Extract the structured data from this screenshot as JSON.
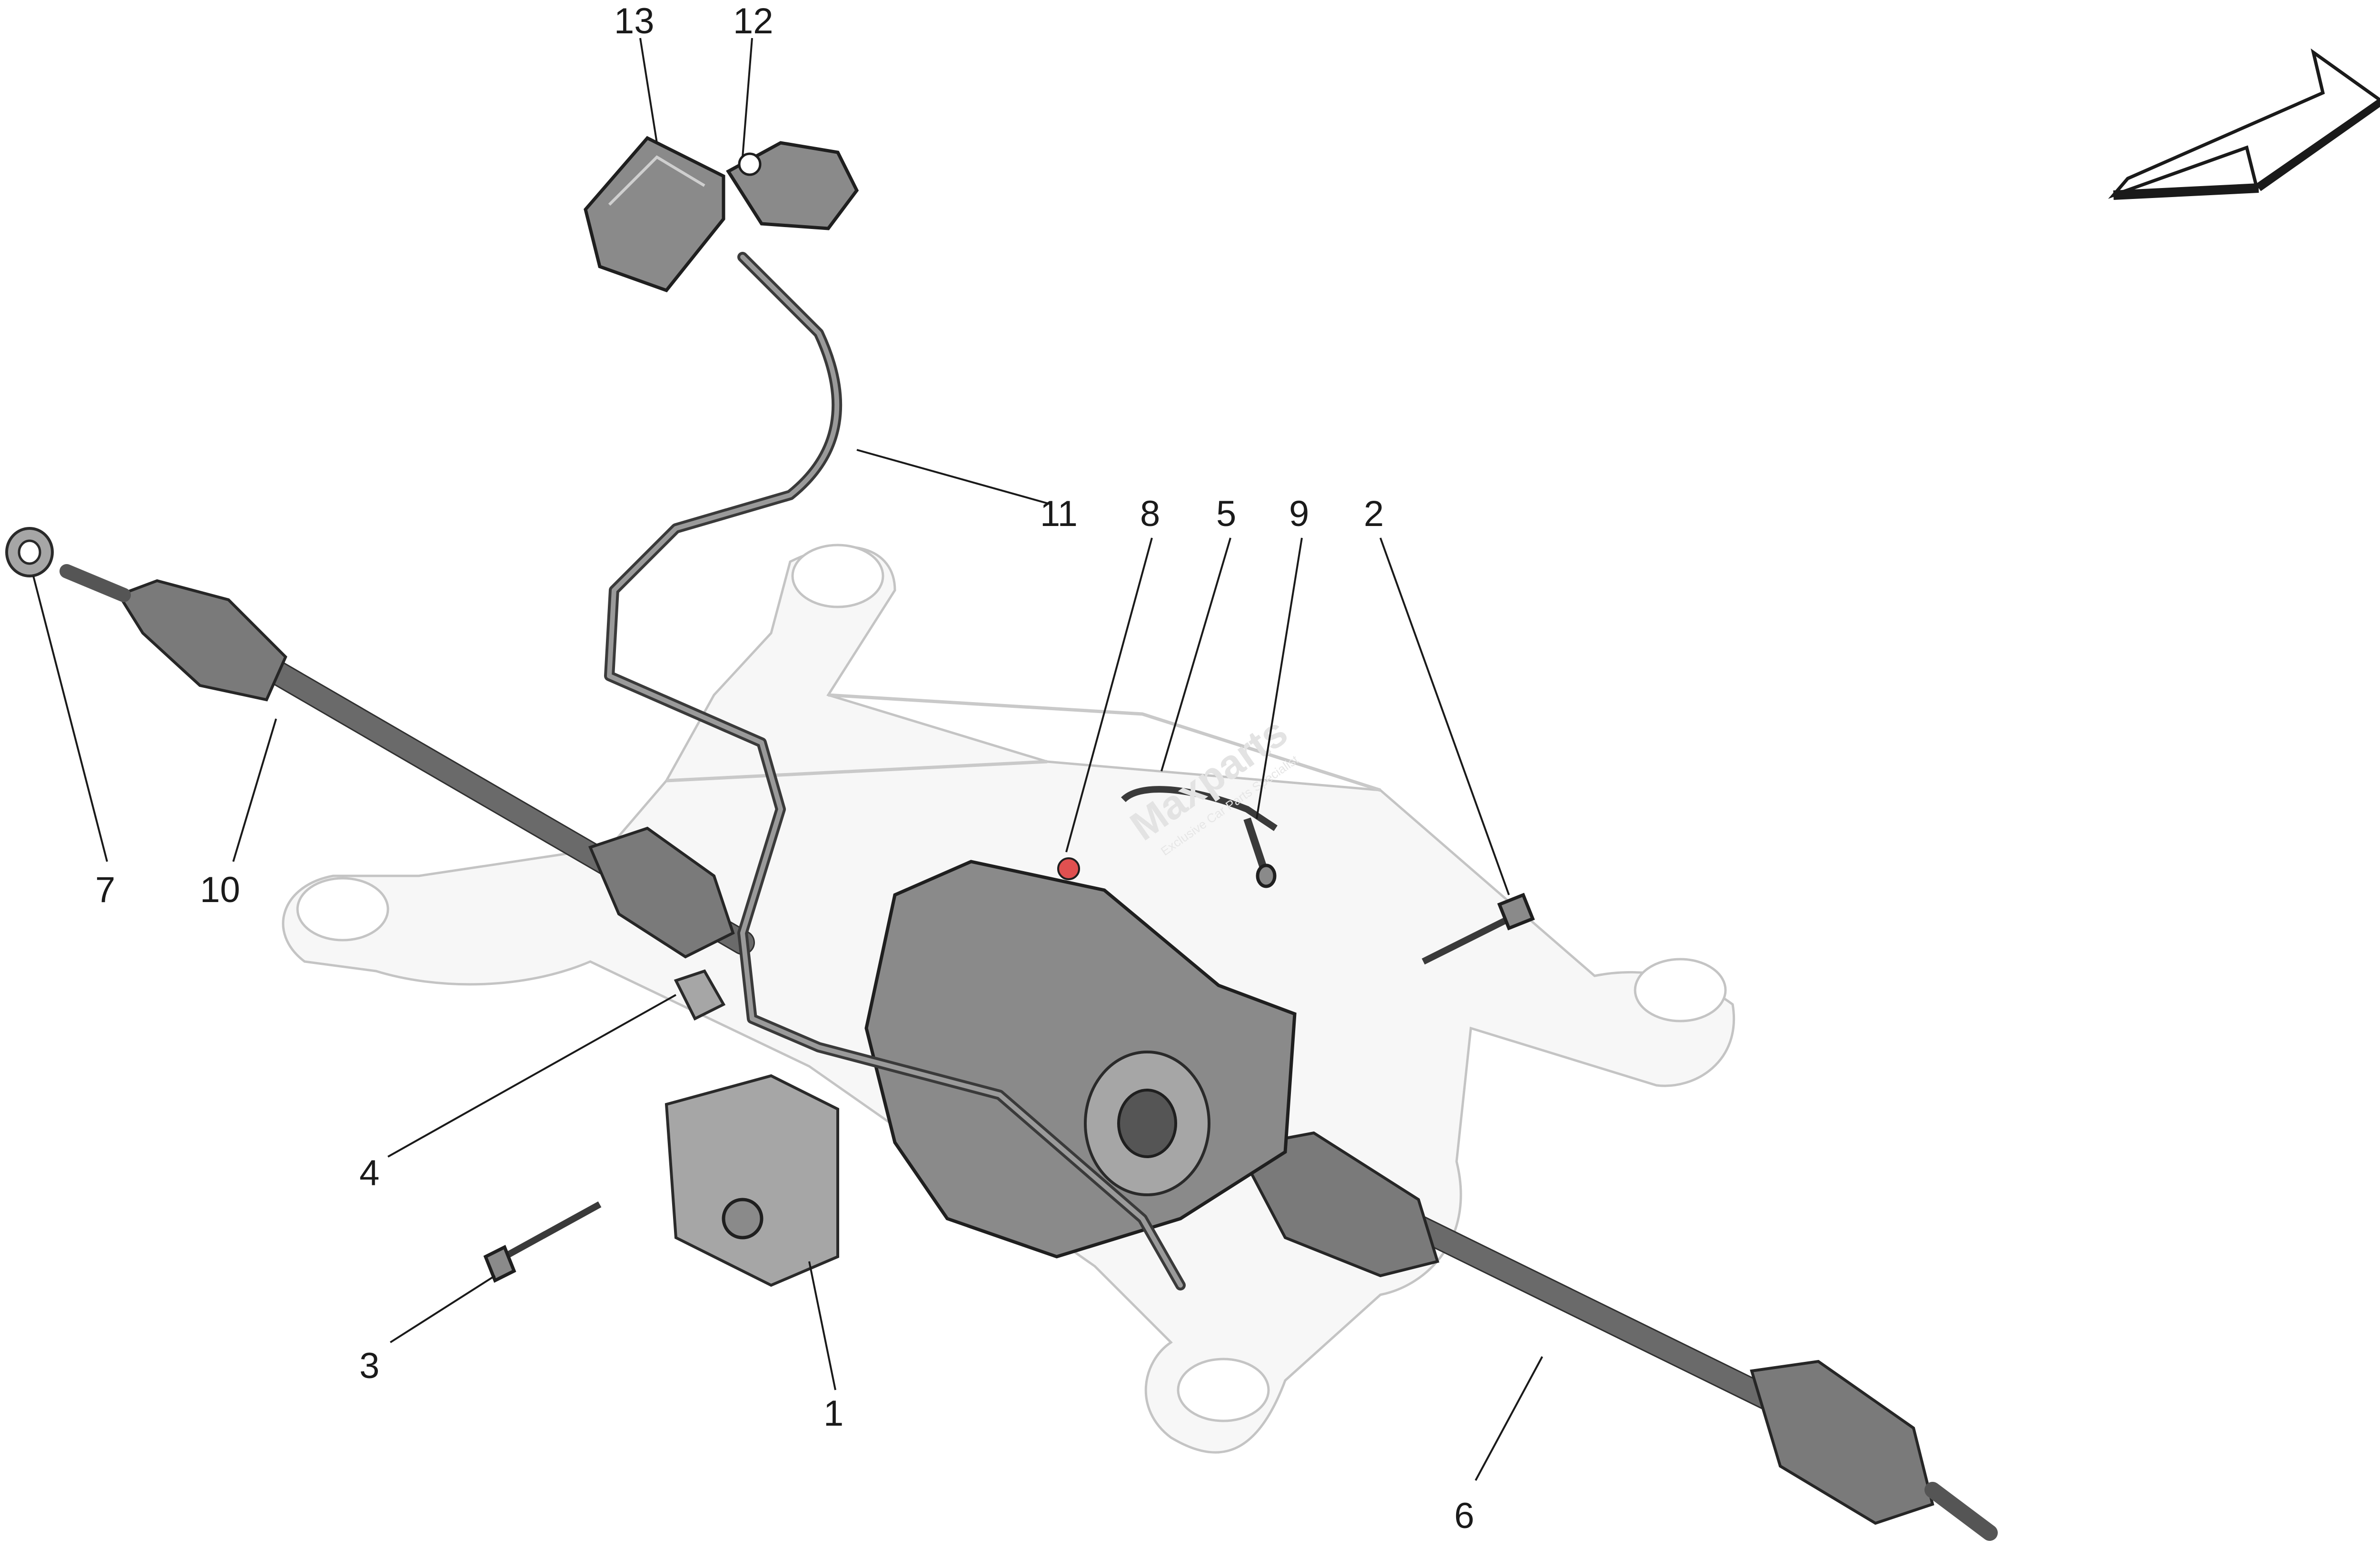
{
  "watermark": {
    "brand": "Maxparts",
    "tagline": "Exclusive Car Parts Specialist"
  },
  "callouts": [
    {
      "id": "c1",
      "label": "1"
    },
    {
      "id": "c2",
      "label": "2"
    },
    {
      "id": "c3",
      "label": "3"
    },
    {
      "id": "c4",
      "label": "4"
    },
    {
      "id": "c5",
      "label": "5"
    },
    {
      "id": "c6",
      "label": "6"
    },
    {
      "id": "c7",
      "label": "7"
    },
    {
      "id": "c8",
      "label": "8"
    },
    {
      "id": "c9",
      "label": "9"
    },
    {
      "id": "c10",
      "label": "10"
    },
    {
      "id": "c11",
      "label": "11"
    },
    {
      "id": "c12",
      "label": "12"
    },
    {
      "id": "c13",
      "label": "13"
    }
  ],
  "colors": {
    "line": "#1a1a1a",
    "frame": "#c4c4c4",
    "part_dark": "#8a8a8a",
    "accent_marker": "#e05050"
  },
  "icons": {
    "direction": "direction-arrow-icon"
  }
}
